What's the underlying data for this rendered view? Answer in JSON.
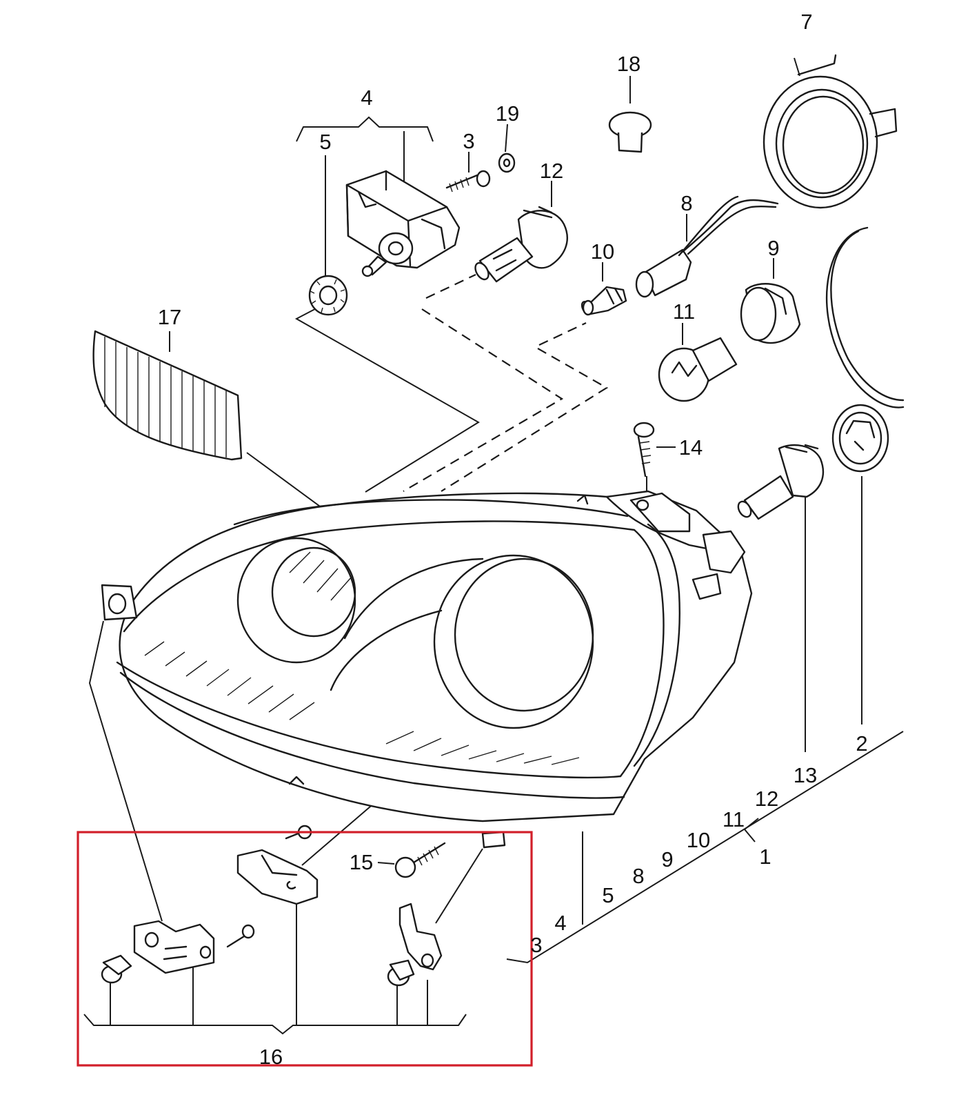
{
  "diagram": {
    "callouts": {
      "c1": "1",
      "c2": "2",
      "c3": "3",
      "c4": "4",
      "c5": "5",
      "c7": "7",
      "c8": "8",
      "c9": "9",
      "c10": "10",
      "c11": "11",
      "c12": "12",
      "c13": "13",
      "c14": "14",
      "c15": "15",
      "c16": "16",
      "c17": "17",
      "c18": "18",
      "c19": "19"
    },
    "group_bracket_labels": [
      "3",
      "4",
      "5",
      "8",
      "9",
      "10",
      "11",
      "12"
    ],
    "highlight_color": "#d21f2a",
    "line_color": "#1a1a1a"
  }
}
